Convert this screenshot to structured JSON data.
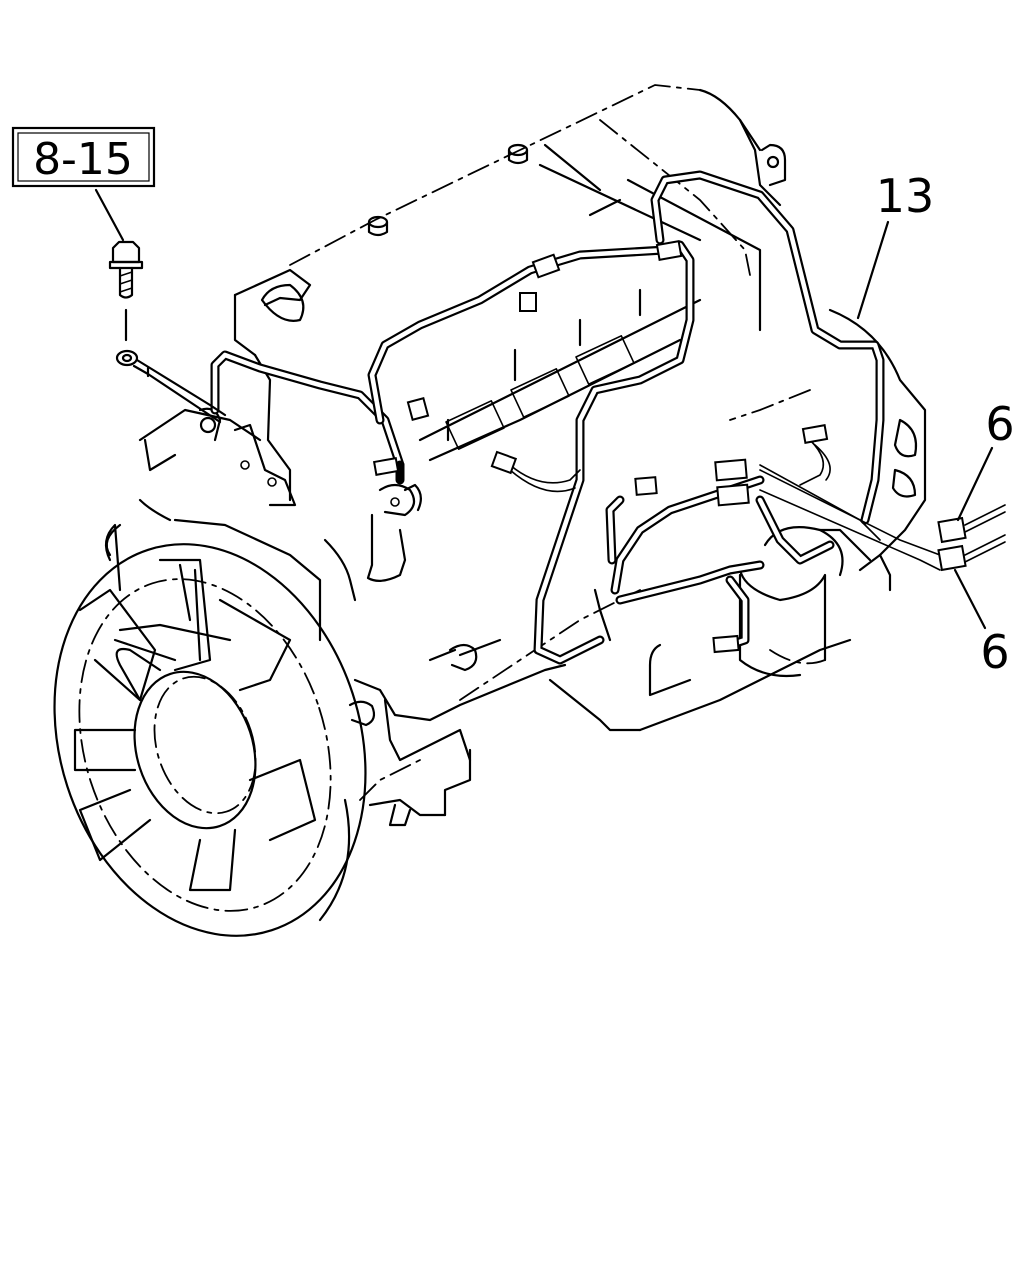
{
  "diagram": {
    "reference_box": {
      "label": "8-15"
    },
    "callouts": [
      {
        "id": "harness",
        "label": "13"
      },
      {
        "id": "connector-upper",
        "label": "6"
      },
      {
        "id": "connector-lower",
        "label": "6"
      }
    ]
  }
}
